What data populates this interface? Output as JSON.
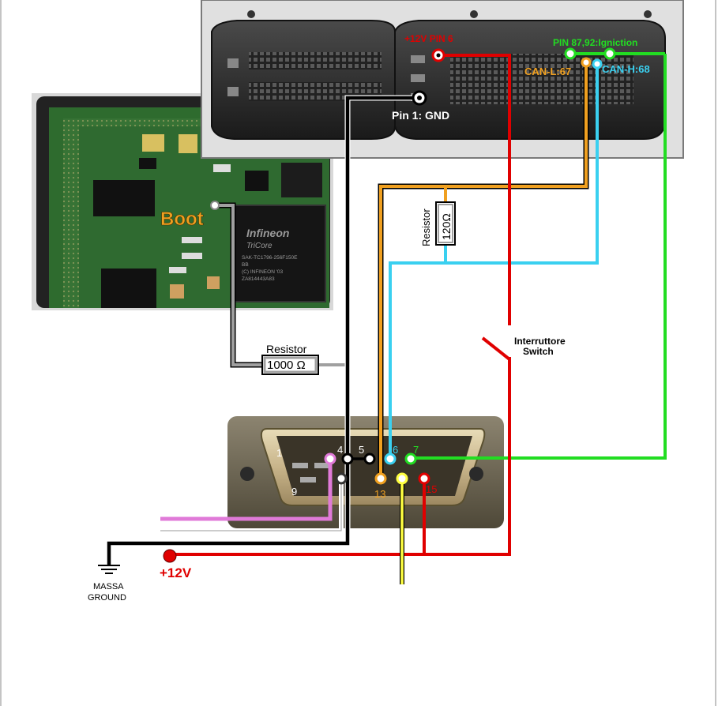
{
  "ecu": {
    "pin6_label": "+12V  PIN 6",
    "ignition_label": "PIN 87,92:Igniction",
    "can_l_label": "CAN-L:67",
    "can_h_label": "CAN-H:68",
    "gnd_label": "Pin 1: GND"
  },
  "board": {
    "boot_label": "Boot",
    "chip_brand": "Infineon",
    "chip_line": "TriCore",
    "chip_part": "SAK-TC1796-256F150E",
    "chip_code": "BB",
    "chip_copy": "(C) INFINEON '03",
    "chip_lot": "ZA814443A83"
  },
  "resistor_boot": {
    "label": "Resistor",
    "value": "1000 Ω"
  },
  "resistor_can": {
    "label": "Resistor",
    "value": "120Ω"
  },
  "switch": {
    "line1": "Interruttore",
    "line2": "Switch"
  },
  "connector": {
    "pins": {
      "p1": "1",
      "p4": "4",
      "p5": "5",
      "p6": "6",
      "p7": "7",
      "p9": "9",
      "p13": "13",
      "p15": "15"
    }
  },
  "ground": {
    "line1": "MASSA",
    "line2": "GROUND"
  },
  "supply": {
    "label": "+12V"
  },
  "colors": {
    "red": "#e00000",
    "green": "#22dd22",
    "orange": "#f0a020",
    "cyan": "#3ad0f0",
    "black": "#000000",
    "gray": "#a0a0a0",
    "yellow": "#ffff40",
    "pink": "#e07ad8"
  }
}
